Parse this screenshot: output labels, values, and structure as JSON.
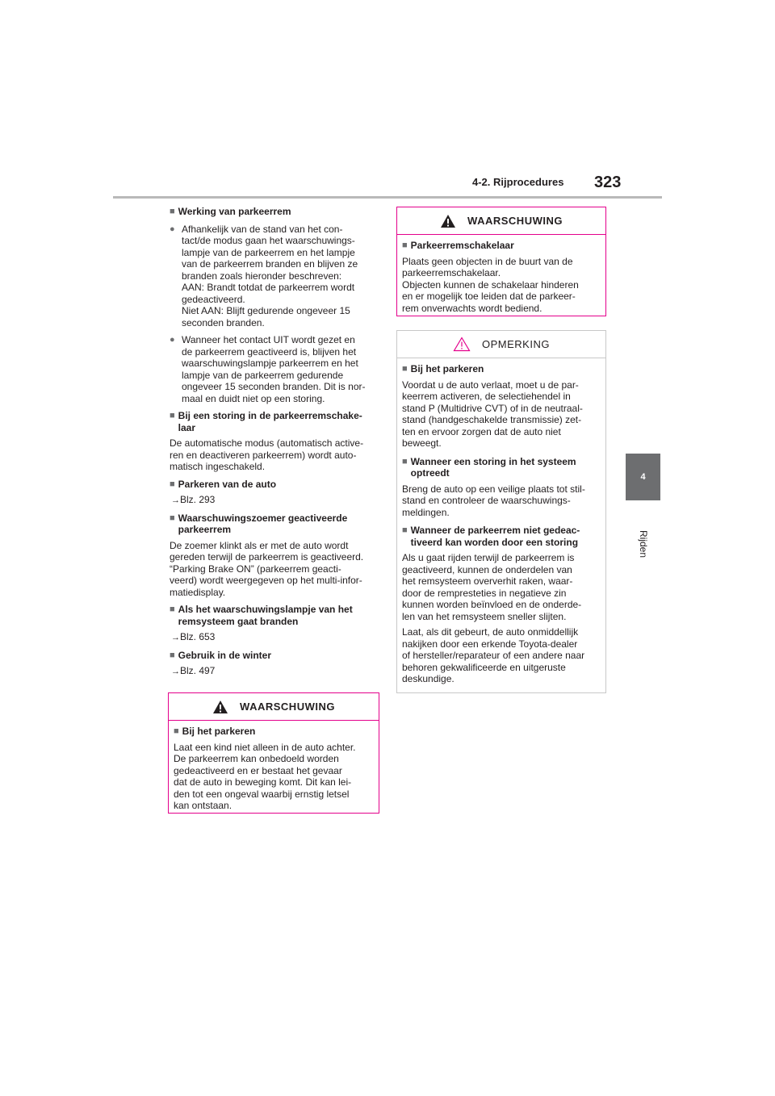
{
  "header": {
    "section": "4-2. Rijprocedures",
    "page_number": "323"
  },
  "side": {
    "chapter_number": "4",
    "chapter_label": "Rijden"
  },
  "left": {
    "h1": "Werking van parkeerrem",
    "b1": [
      "Afhankelijk van de stand van het con-",
      "tact/de modus gaan het waarschuwings-",
      "lampje van de parkeerrem en het lampje",
      "van de parkeerrem branden en blijven ze",
      "branden zoals hieronder beschreven:",
      "AAN: Brandt totdat de parkeerrem wordt",
      "gedeactiveerd.",
      "Niet AAN: Blijft gedurende ongeveer 15",
      "seconden branden."
    ],
    "b2": [
      "Wanneer het contact UIT wordt gezet en",
      "de parkeerrem geactiveerd is, blijven het",
      "waarschuwingslampje parkeerrem en het",
      "lampje van de parkeerrem gedurende",
      "ongeveer 15 seconden branden. Dit is nor-",
      "maal en duidt niet op een storing."
    ],
    "h2": [
      "Bij een storing in de parkeerremschake-",
      "laar"
    ],
    "p2": [
      "De automatische modus (automatisch active-",
      "ren en deactiveren parkeerrem) wordt auto-",
      "matisch ingeschakeld."
    ],
    "h3": "Parkeren van de auto",
    "r3": "Blz. 293",
    "h4": [
      "Waarschuwingszoemer geactiveerde",
      "parkeerrem"
    ],
    "p4": [
      "De zoemer klinkt als er met de auto wordt",
      "gereden terwijl de parkeerrem is geactiveerd.",
      "“Parking Brake ON” (parkeerrem geacti-",
      "veerd) wordt weergegeven op het multi-infor-",
      "matiedisplay."
    ],
    "h5": [
      "Als het waarschuwingslampje van het",
      "remsysteem gaat branden"
    ],
    "r5": "Blz. 653",
    "h6": "Gebruik in de winter",
    "r6": "Blz. 497",
    "warn": {
      "title": "WAARSCHUWING",
      "h": "Bij het parkeren",
      "p": [
        "Laat een kind niet alleen in de auto achter.",
        "De parkeerrem kan onbedoeld worden",
        "gedeactiveerd en er bestaat het gevaar",
        "dat de auto in beweging komt. Dit kan lei-",
        "den tot een ongeval waarbij ernstig letsel",
        "kan ontstaan."
      ]
    }
  },
  "right": {
    "warn": {
      "title": "WAARSCHUWING",
      "h": "Parkeerremschakelaar",
      "p": [
        "Plaats geen objecten in de buurt van de",
        "parkeerremschakelaar.",
        "Objecten kunnen de schakelaar hinderen",
        "en er mogelijk toe leiden dat de parkeer-",
        "rem onverwachts wordt bediend."
      ]
    },
    "note": {
      "title": "OPMERKING",
      "h1": "Bij het parkeren",
      "p1": [
        "Voordat u de auto verlaat, moet u de par-",
        "keerrem activeren, de selectiehendel in",
        "stand P (Multidrive CVT) of in de neutraal-",
        "stand (handgeschakelde transmissie) zet-",
        "ten en ervoor zorgen dat de auto niet",
        "beweegt."
      ],
      "h2": [
        "Wanneer een storing in het systeem",
        "optreedt"
      ],
      "p2": [
        "Breng de auto op een veilige plaats tot stil-",
        "stand en controleer de waarschuwings-",
        "meldingen."
      ],
      "h3": [
        "Wanneer de parkeerrem niet gedeac-",
        "tiveerd kan worden door een storing"
      ],
      "p3a": [
        "Als u gaat rijden terwijl de parkeerrem is",
        "geactiveerd, kunnen de onderdelen van",
        "het remsysteem oververhit raken, waar-",
        "door de rempresteties in negatieve zin",
        "kunnen worden beïnvloed en de onderde-",
        "len van het remsysteem sneller slijten."
      ],
      "p3b": [
        "Laat, als dit gebeurt, de auto onmiddellijk",
        "nakijken door een erkende Toyota-dealer",
        "of hersteller/reparateur of een andere naar",
        "behoren gekwalificeerde en uitgeruste",
        "deskundige."
      ]
    }
  },
  "icons": {
    "square": "square-bullet-icon",
    "dot": "circle-bullet-icon",
    "arrow": "arrow-right-icon",
    "warning": "warning-triangle-icon"
  },
  "colors": {
    "warning_border": "#e4008c",
    "note_border": "#c8c8c8",
    "tab": "#6d6e70",
    "rule": "#b9b9b9"
  }
}
